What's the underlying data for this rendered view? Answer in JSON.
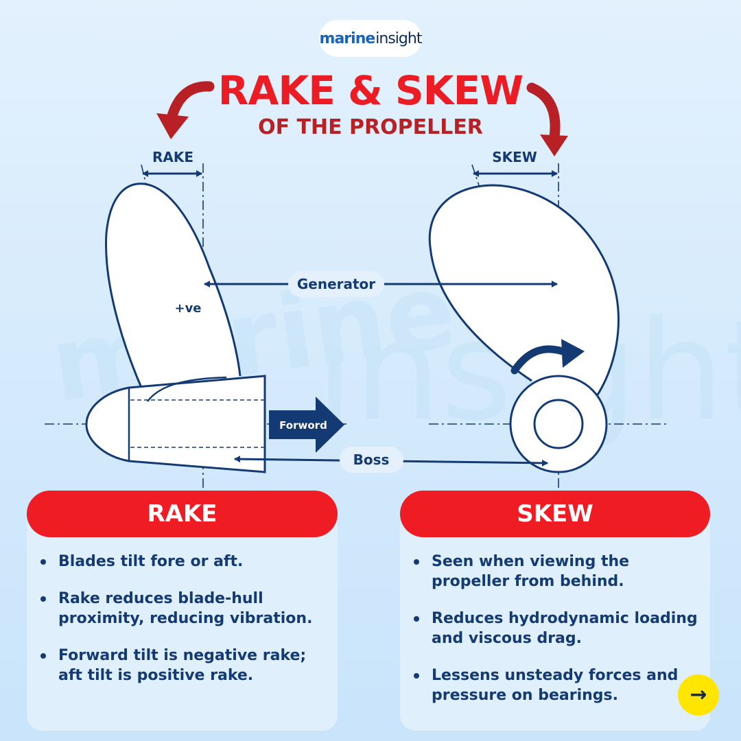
{
  "brand": {
    "logo_part1": "marine",
    "logo_part2": "insight"
  },
  "header": {
    "title": "RAKE & SKEW",
    "subtitle": "OF THE PROPELLER"
  },
  "diagram": {
    "rake_label": "RAKE",
    "skew_label": "SKEW",
    "generator_label": "Generator",
    "positive_label": "+ve",
    "forward_label": "Forword",
    "boss_label": "Boss"
  },
  "cards": {
    "rake": {
      "title": "RAKE",
      "items": [
        "Blades tilt fore or aft.",
        "Rake reduces blade-hull proximity, reducing vibration.",
        "Forward tilt is negative rake; aft tilt is positive rake."
      ]
    },
    "skew": {
      "title": "SKEW",
      "items": [
        "Seen when viewing the propeller from behind.",
        "Reduces hydrodynamic loading and viscous drag.",
        "Lessens unsteady forces and pressure on bearings."
      ]
    }
  },
  "colors": {
    "red": "#ec1c24",
    "navy": "#143a74",
    "yellow": "#ffe500",
    "card": "#dfeffc"
  },
  "icons": {
    "next": "arrow-right-icon"
  }
}
